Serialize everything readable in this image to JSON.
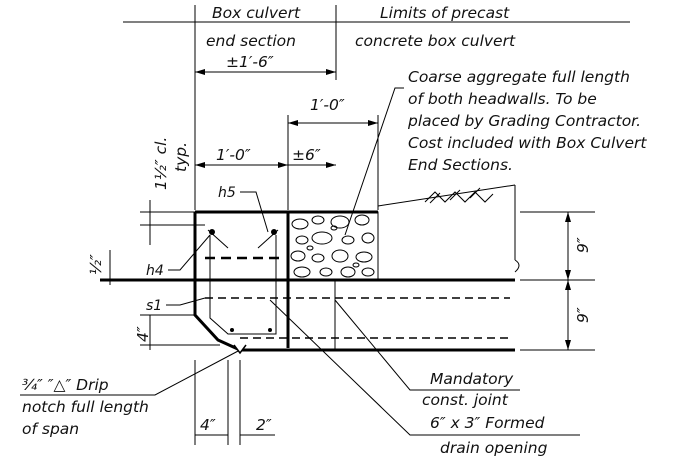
{
  "labels": {
    "box_culvert_1": "Box culvert",
    "box_culvert_2": "end section",
    "limits_1": "Limits of precast",
    "limits_2": "concrete box culvert",
    "dim_1_6": "±1′-6″",
    "dim_1_0_top": "1′-0″",
    "dim_1_0_left": "1′-0″",
    "dim_6": "±6″",
    "agg_1": "Coarse aggregate full length",
    "agg_2": "of both headwalls.  To be",
    "agg_3": "placed by Grading Contractor.",
    "agg_4": "Cost included with Box Culvert",
    "agg_5": "End Sections.",
    "clear_1": "1½″ cl.",
    "clear_2": "typ.",
    "h5": "h5",
    "h4": "h4",
    "s1": "s1",
    "half_in": "½″",
    "dim_4_left": "4″",
    "dim_9_top": "9″",
    "dim_9_bottom": "9″",
    "drip_1": "¾″ ″△″ Drip",
    "drip_2": "notch full length",
    "drip_3": "of span",
    "dim_4_bottom": "4″",
    "dim_2_bottom": "2″",
    "mandatory_1": "Mandatory",
    "mandatory_2": "const. joint",
    "formed_1": "6″ x 3″ Formed",
    "formed_2": "drain opening"
  }
}
